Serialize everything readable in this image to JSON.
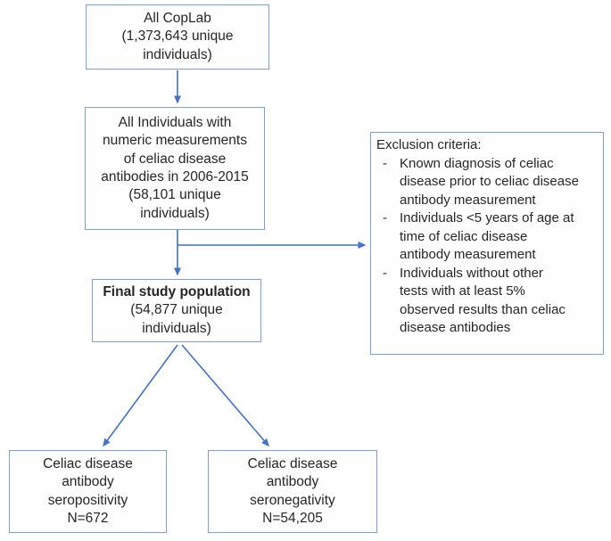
{
  "colors": {
    "box_border": "#7f9fce",
    "arrow": "#4472c4",
    "text": "#262626"
  },
  "boxes": {
    "all_coplab": {
      "text": "All CopLab\n(1,373,643 unique\nindividuals)"
    },
    "measurements": {
      "text": "All Individuals with\nnumeric measurements\nof celiac disease\nantibodies in 2006-2015\n(58,101 unique\nindividuals)"
    },
    "final_population": {
      "title": "Final study population",
      "subtitle": "(54,877 unique\nindividuals)"
    },
    "seropositivity": {
      "text": "Celiac disease\nantibody\nseropositivity\nN=672"
    },
    "seronegativity": {
      "text": "Celiac disease\nantibody\nseronegativity\nN=54,205"
    }
  },
  "exclusion": {
    "title": "Exclusion criteria:",
    "bullet_marker": "-",
    "items": [
      "Known diagnosis of celiac\ndisease prior to celiac disease\nantibody measurement",
      "Individuals <5 years of age at\ntime of celiac disease\nantibody measurement",
      "Individuals without other\ntests with at least 5%\nobserved results than celiac\ndisease antibodies"
    ]
  }
}
